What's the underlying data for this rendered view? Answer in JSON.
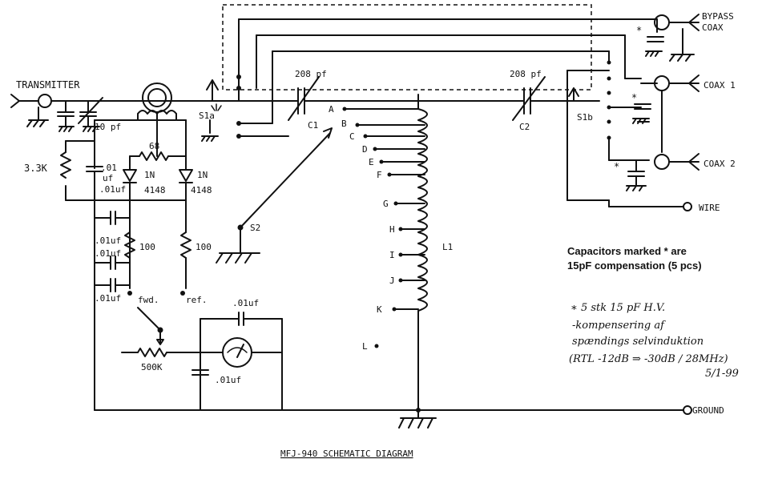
{
  "ports": {
    "transmitter": "TRANSMITTER",
    "bypass_coax": [
      "BYPASS",
      "COAX"
    ],
    "coax1": "COAX 1",
    "coax2": "COAX 2",
    "wire": "WIRE",
    "ground": "GROUND"
  },
  "components": {
    "c_input": "10 pf",
    "c1_value": "208 pf",
    "c1_name": "C1",
    "c2_value": "208 pf",
    "c2_name": "C2",
    "s1a": "S1a",
    "s1b": "S1b",
    "s2": "S2",
    "l1": "L1",
    "r_3k3": "3.3K",
    "c_01": ".01",
    "c_01_unit": "uf",
    "r_68": "68",
    "diode1": [
      "1N",
      "4148"
    ],
    "diode2": [
      "1N",
      "4148"
    ],
    "c_01uf_a": ".01uf",
    "c_01uf_b": ".01uf",
    "c_01uf_c": ".01uf",
    "c_01uf_d": ".01uf",
    "r_100_fwd": "100",
    "r_100_ref": "100",
    "fwd": "fwd.",
    "ref": "ref.",
    "pot": "500K",
    "c_meter_top": ".01uf",
    "c_meter_bottom": ".01uf"
  },
  "taps": [
    "A",
    "B",
    "C",
    "D",
    "E",
    "F",
    "G",
    "H",
    "I",
    "J",
    "K",
    "L"
  ],
  "notes": {
    "printed": [
      "Capacitors marked * are",
      "15pF compensation (5 pcs)"
    ],
    "handwritten": [
      "∗  5 stk  15 pF  H.V.",
      "-kompensering af",
      "spændings selvinduktion",
      "(RTL -12dB ⇒ -30dB / 28MHz)",
      "5/1-99"
    ]
  },
  "caption": "MFJ-940 SCHEMATIC DIAGRAM"
}
